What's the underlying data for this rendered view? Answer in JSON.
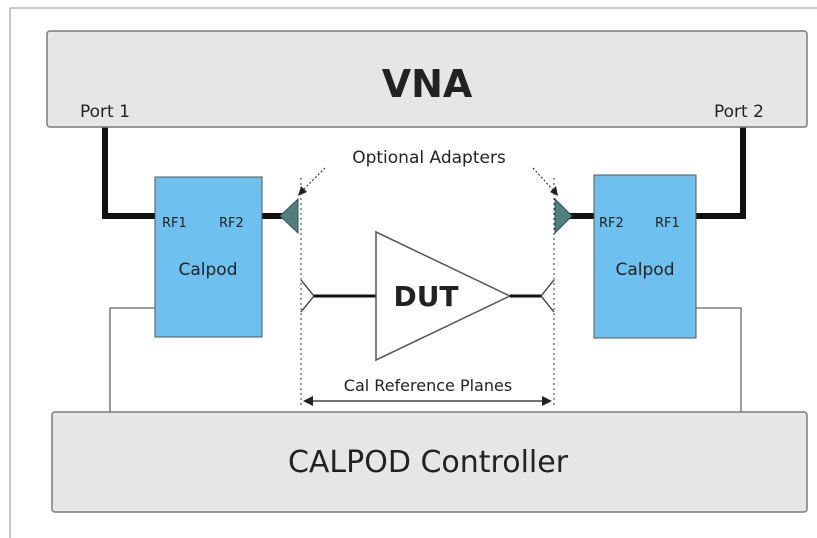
{
  "vna": {
    "title": "VNA",
    "port1": "Port 1",
    "port2": "Port 2"
  },
  "adapters_label": "Optional Adapters",
  "calpod_left": {
    "rf1": "RF1",
    "rf2": "RF2",
    "name": "Calpod"
  },
  "calpod_right": {
    "rf2": "RF2",
    "rf1": "RF1",
    "name": "Calpod"
  },
  "dut": {
    "label": "DUT"
  },
  "reference_planes_label": "Cal Reference Planes",
  "controller": {
    "label": "CALPOD Controller"
  },
  "colors": {
    "box_fill": "#e6e6e6",
    "box_stroke": "#7a7a7a",
    "calpod_fill": "#6ec1ee",
    "adapter_fill": "#4f7f7f",
    "cable": "#111111"
  }
}
